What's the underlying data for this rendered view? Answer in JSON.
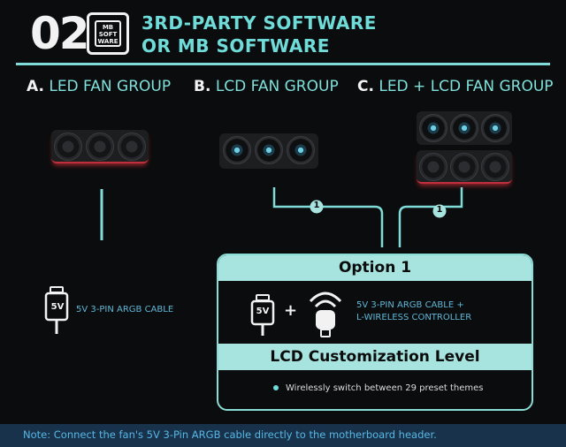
{
  "header": {
    "step_number": "02",
    "chip_lines": [
      "MB",
      "SOFT",
      "WARE"
    ],
    "title_line1": "3RD-PARTY SOFTWARE",
    "title_line2": "OR MB SOFTWARE"
  },
  "groups": [
    {
      "letter": "A.",
      "label": "LED FAN GROUP"
    },
    {
      "letter": "B.",
      "label": "LCD FAN GROUP"
    },
    {
      "letter": "C.",
      "label": "LED + LCD FAN GROUP"
    }
  ],
  "connectors": {
    "marker_b": "1",
    "marker_c": "1"
  },
  "left_cable": {
    "plug_label": "5V",
    "text": "5V 3-PIN ARGB CABLE"
  },
  "option": {
    "title": "Option 1",
    "plug_label": "5V",
    "plus": "+",
    "cable_text_line1": "5V 3-PIN ARGB CABLE +",
    "cable_text_line2": "L-WIRELESS CONTROLLER",
    "level_title": "LCD Customization Level",
    "bullet": "Wirelessly switch between 29 preset themes"
  },
  "footer": {
    "note": "Note: Connect the fan's 5V 3-Pin ARGB cable directly to the motherboard header."
  },
  "colors": {
    "accent": "#6fdcda",
    "panel": "#a7e3df",
    "footer_bg": "#17324a",
    "footer_text": "#58b7e4"
  }
}
